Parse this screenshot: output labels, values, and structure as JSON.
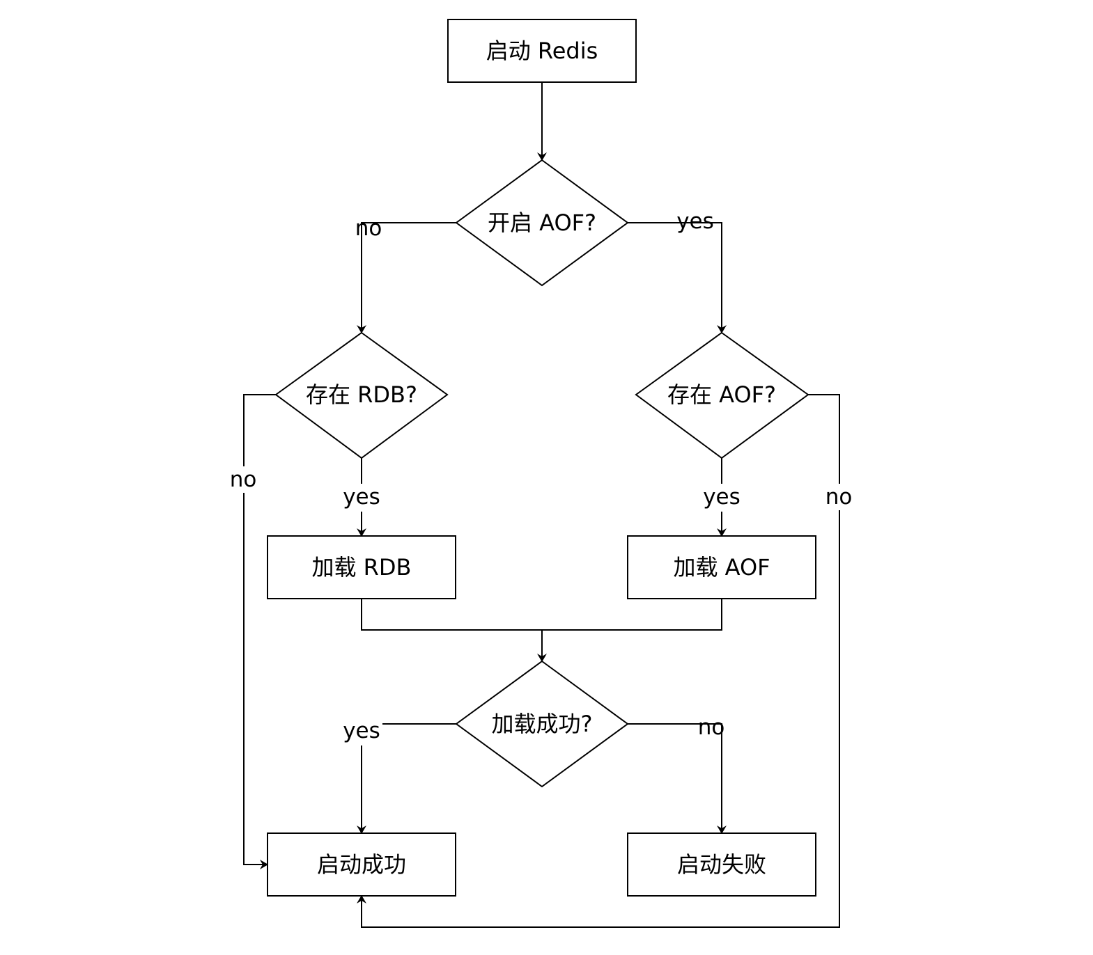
{
  "nodes": {
    "start": "启动 Redis",
    "aof_enabled": "开启 AOF?",
    "rdb_exists": "存在 RDB?",
    "aof_exists": "存在 AOF?",
    "load_rdb": "加载 RDB",
    "load_aof": "加载 AOF",
    "load_ok": "加载成功?",
    "start_success": "启动成功",
    "start_fail": "启动失败"
  },
  "edge_labels": {
    "aof_enabled_no": "no",
    "aof_enabled_yes": "yes",
    "rdb_exists_no": "no",
    "rdb_exists_yes": "yes",
    "aof_exists_yes": "yes",
    "aof_exists_no": "no",
    "load_ok_yes": "yes",
    "load_ok_no": "no"
  },
  "colors": {
    "line": "#000000",
    "background": "#ffffff"
  }
}
